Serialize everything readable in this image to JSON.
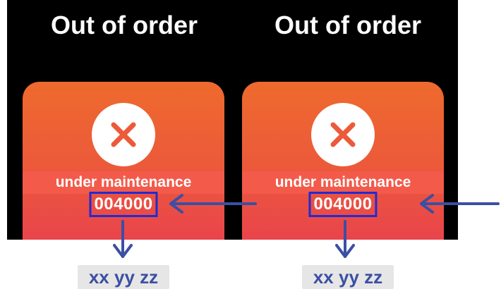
{
  "panels": [
    {
      "title": "Out of order",
      "status": "under maintenance",
      "code": "004000",
      "icon": "close-icon",
      "tag": "xx yy zz"
    },
    {
      "title": "Out of order",
      "status": "under maintenance",
      "code": "004000",
      "icon": "close-icon",
      "tag": "xx yy zz"
    }
  ],
  "colors": {
    "screen_background": "#000000",
    "card_top": "#ee6a2d",
    "card_bottom": "#e83d52",
    "highlight_box": "#1f2bd4",
    "annotation_arrow": "#3b4fa3",
    "tag_background": "#e6e6e6"
  }
}
